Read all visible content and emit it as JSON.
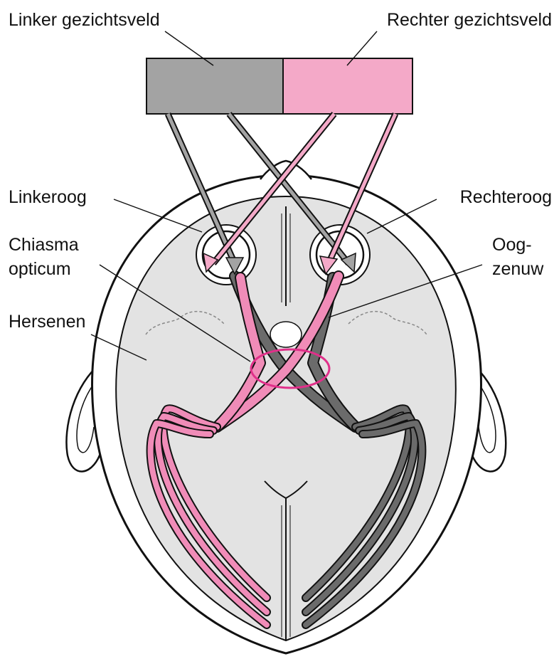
{
  "labels": {
    "left_field": "Linker gezichtsveld",
    "right_field": "Rechter gezichtsveld",
    "left_eye": "Linkeroog",
    "right_eye": "Rechteroog",
    "chiasma_line1": "Chiasma",
    "chiasma_line2": "opticum",
    "optic_nerve_line1": "Oog-",
    "optic_nerve_line2": "zenuw",
    "brain": "Hersenen"
  },
  "colors": {
    "left_field_fill": "#a3a3a3",
    "right_field_fill": "#f4a9c8",
    "left_pathway": "#6b6b6b",
    "right_pathway": "#f08cb8",
    "brain_fill": "#e3e3e3",
    "chiasma_highlight": "#e0308a",
    "outline": "#111111"
  }
}
